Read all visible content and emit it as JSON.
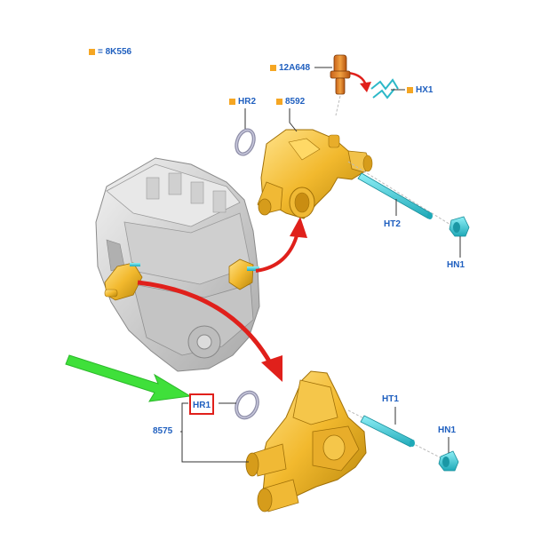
{
  "legend": {
    "marker_color": "#f5a623",
    "text": "= 8K556"
  },
  "labels": {
    "p12A648": "12A648",
    "hx1": "HX1",
    "hr2": "HR2",
    "p8592": "8592",
    "ht2": "HT2",
    "hn1_top": "HN1",
    "hr1": "HR1",
    "p8575": "8575",
    "ht1": "HT1",
    "hn1_bottom": "HN1"
  },
  "colors": {
    "label_text": "#1f5fbf",
    "orange_part": "#f2b92e",
    "cyan_part": "#3cc8d8",
    "red_arrow": "#e0201b",
    "green_arrow": "#3fe03a",
    "engine_gray": "#d9d9d9"
  }
}
